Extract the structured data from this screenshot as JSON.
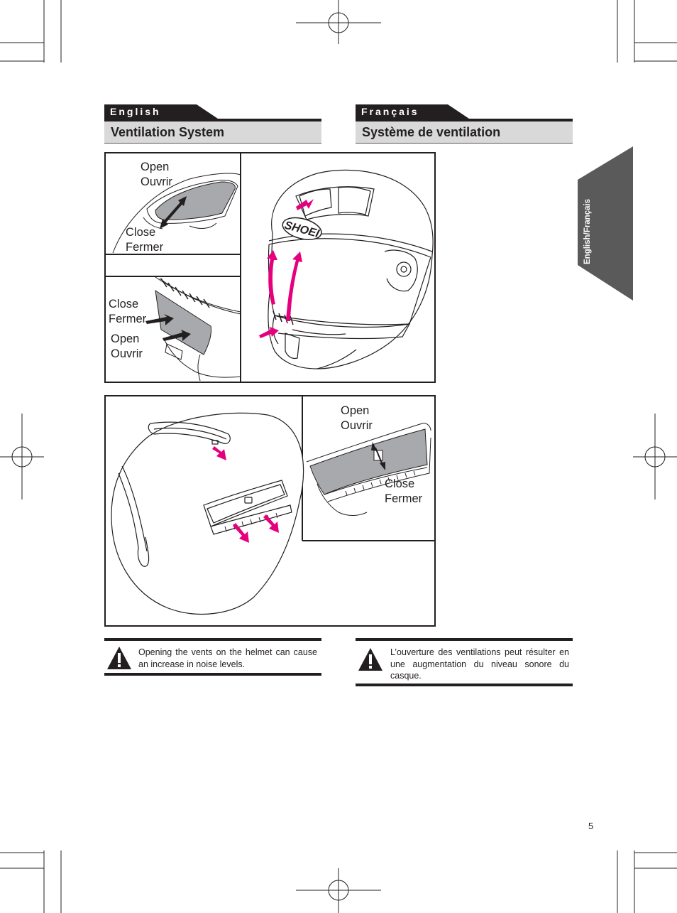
{
  "language_tabs": {
    "english": "English",
    "french": "Français"
  },
  "section_titles": {
    "english": "Ventilation System",
    "french": "Système de ventilation"
  },
  "side_tab": "English/Français",
  "figure_labels": {
    "top_vent": {
      "open": "Open\nOuvrir",
      "close": "Close\nFermer"
    },
    "chin_vent": {
      "close": "Close\nFermer",
      "open": "Open\nOuvrir"
    },
    "rear_vent": {
      "open": "Open\nOuvrir",
      "close": "Close\nFermer"
    }
  },
  "warnings": {
    "english": "Opening the vents on the helmet can cause an increase in noise levels.",
    "french": "L’ouverture des ventilations peut résulter en une augmentation du niveau sonore du casque."
  },
  "colors": {
    "accent_arrow": "#e6007e",
    "tab_dark": "#231f20",
    "side_tab": "#5a5a5a",
    "vent_fill": "#a7a9ac"
  },
  "brand_logo": "SHOEI",
  "page_number": "5"
}
